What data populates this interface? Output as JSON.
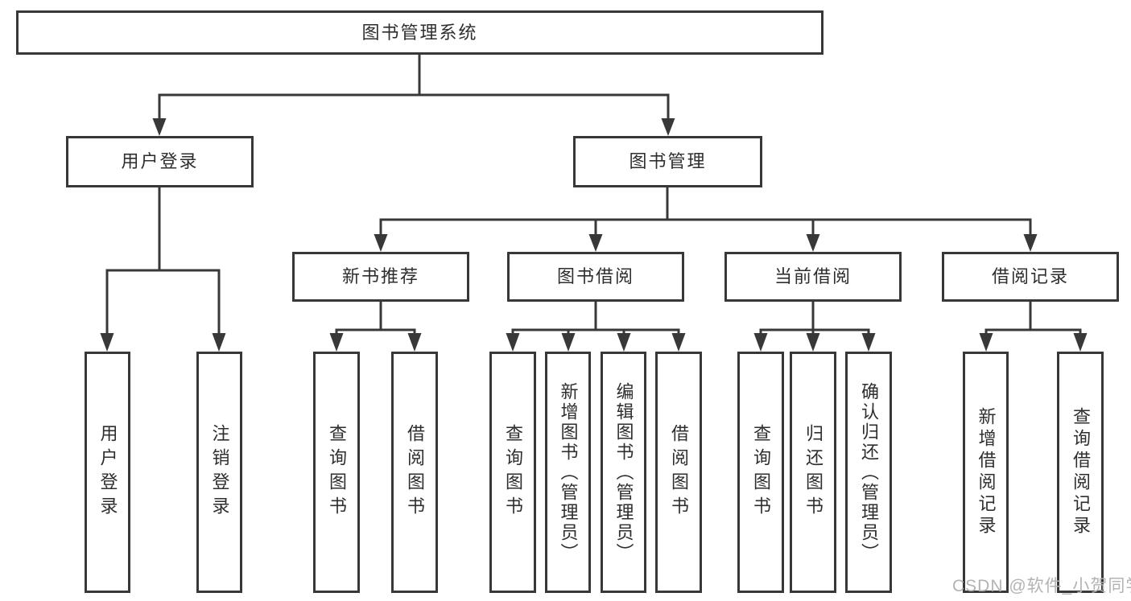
{
  "colors": {
    "line": "#383838",
    "text": "#2e2e2e",
    "background": "#ffffff",
    "watermark_gray": "#b3b3b3"
  },
  "watermark": {
    "text": "CSDN @软件_小贺同学"
  },
  "tree": {
    "label": "图书管理系统",
    "children": [
      {
        "label": "用户登录",
        "children": [
          {
            "label": "用户登录"
          },
          {
            "label": "注销登录"
          }
        ]
      },
      {
        "label": "图书管理",
        "children": [
          {
            "label": "新书推荐",
            "children": [
              {
                "label": "查询图书"
              },
              {
                "label": "借阅图书"
              }
            ]
          },
          {
            "label": "图书借阅",
            "children": [
              {
                "label": "查询图书"
              },
              {
                "label": "新增图书（管理员）"
              },
              {
                "label": "编辑图书（管理员）"
              },
              {
                "label": "借阅图书"
              }
            ]
          },
          {
            "label": "当前借阅",
            "children": [
              {
                "label": "查询图书"
              },
              {
                "label": "归还图书"
              },
              {
                "label": "确认归还（管理员）"
              }
            ]
          },
          {
            "label": "借阅记录",
            "children": [
              {
                "label": "新增借阅记录"
              },
              {
                "label": "查询借阅记录"
              }
            ]
          }
        ]
      }
    ]
  }
}
